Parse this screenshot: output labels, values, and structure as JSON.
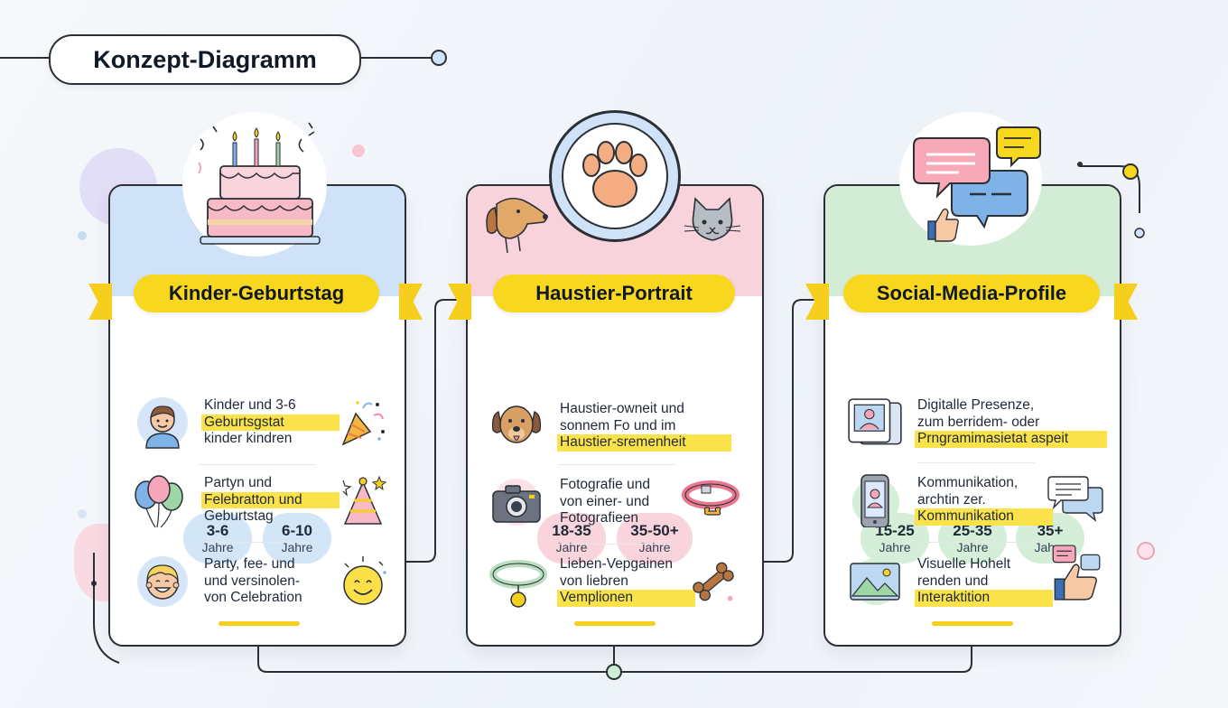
{
  "diagram": {
    "title": "Konzept-Diagramm"
  },
  "cards": [
    {
      "id": "kids",
      "title": "Kinder-Geburtstag",
      "accent": "#cfe2f7",
      "pill_color": "#d3e6f8",
      "ages": [
        {
          "num": "3-6",
          "unit": "Jahre"
        },
        {
          "num": "6-10",
          "unit": "Jahre"
        }
      ],
      "items": [
        {
          "icon": "boy-face-icon",
          "lines": [
            "Kinder und 3-6",
            "Geburtsgstat",
            "kinder kindren"
          ],
          "highlight": 1,
          "deco": "party-popper-icon"
        },
        {
          "icon": "balloons-icon",
          "lines": [
            "Partyn und",
            "Felebratton und",
            "Geburtstag"
          ],
          "highlight": 1,
          "deco": "party-hat-icon"
        },
        {
          "icon": "blond-child-face-icon",
          "lines": [
            "Party, fee- und",
            "und versinolen-",
            "von Celebration"
          ],
          "highlight": -1,
          "deco": "smiley-icon"
        }
      ]
    },
    {
      "id": "pets",
      "title": "Haustier-Portrait",
      "accent": "#f8d3dc",
      "pill_color": "#fad4dc",
      "ages": [
        {
          "num": "18-35",
          "unit": "Jahre"
        },
        {
          "num": "35-50+",
          "unit": "Jahre"
        }
      ],
      "items": [
        {
          "icon": "dog-face-icon",
          "lines": [
            "Haustier-owneit und",
            "sonnem Fo und im",
            "Haustier-sremenheit"
          ],
          "highlight": 2,
          "deco": ""
        },
        {
          "icon": "camera-icon",
          "lines": [
            "Fotografie und",
            "von einer- und",
            "Fotografieen"
          ],
          "highlight": -1,
          "deco": "pet-collar-icon"
        },
        {
          "icon": "collar-tag-icon",
          "lines": [
            "Lieben-Vepgainen",
            "von liebren",
            "Vemplionen"
          ],
          "highlight": 2,
          "deco": "bone-icon"
        }
      ]
    },
    {
      "id": "social",
      "title": "Social-Media-Profile",
      "accent": "#d3ecd6",
      "pill_color": "#d4eed8",
      "ages": [
        {
          "num": "15-25",
          "unit": "Jahre"
        },
        {
          "num": "25-35",
          "unit": "Jahre"
        },
        {
          "num": "35+",
          "unit": "Jahre"
        }
      ],
      "items": [
        {
          "icon": "profile-photos-icon",
          "lines": [
            "Digitalle Presenze,",
            "zum berridem- oder",
            "Prngramimasietat aspeit"
          ],
          "highlight": 2,
          "deco": ""
        },
        {
          "icon": "smartphone-profile-icon",
          "lines": [
            "Kommunikation,",
            "archtin zer.",
            "Kommunikation"
          ],
          "highlight": 2,
          "deco": "chat-bubbles-icon"
        },
        {
          "icon": "image-icon",
          "lines": [
            "Visuelle Hohelt",
            "renden und",
            "Interaktition"
          ],
          "highlight": 2,
          "deco": "thumbs-up-icon"
        }
      ]
    }
  ]
}
